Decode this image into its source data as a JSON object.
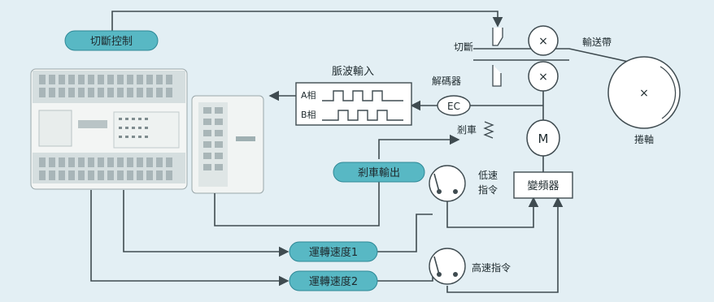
{
  "labels": {
    "cut_control": "切斷控制",
    "pulse_input": "脈波輸入",
    "phase_a": "A相",
    "phase_b": "B相",
    "cutoff": "切斷",
    "encoder_label": "解碼器",
    "conveyor": "輸送帶",
    "ec": "EC",
    "brake": "剎車",
    "motor": "M",
    "reel": "捲軸",
    "brake_output": "剎車輸出",
    "low_speed_cmd": "低速\n指令",
    "inverter": "變頻器",
    "run_speed_1": "運轉速度1",
    "run_speed_2": "運轉速度2",
    "high_speed_cmd": "高速指令"
  },
  "colors": {
    "background": "#e3eff4",
    "wire": "#3f4b50",
    "pill_fill": "#58b8c4",
    "pill_stroke": "#2f8896",
    "plc_body": "#f3f5f4",
    "plc_terminals": "#c8d3d5"
  }
}
